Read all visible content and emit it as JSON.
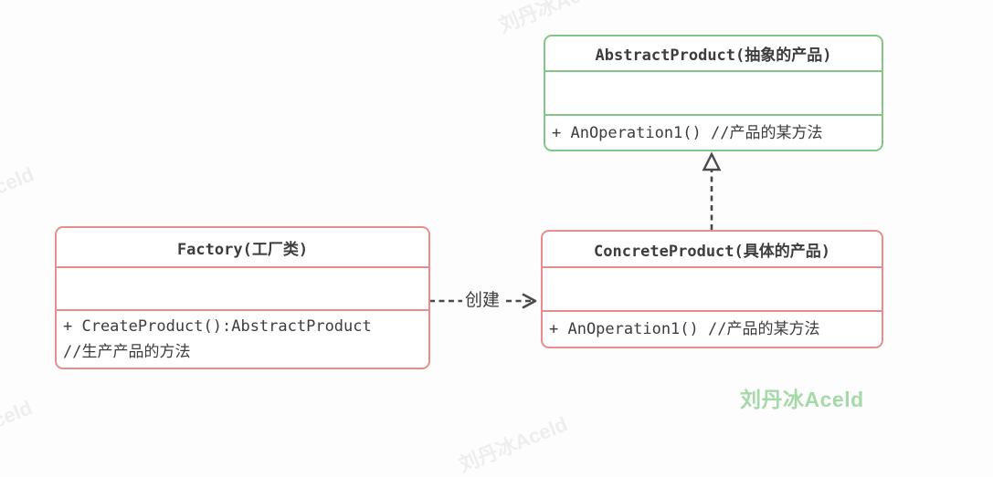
{
  "diagram": {
    "classes": {
      "abstract_product": {
        "title": "AbstractProduct(抽象的产品)",
        "methods": [
          "+ AnOperation1() //产品的某方法"
        ]
      },
      "factory": {
        "title": "Factory(工厂类)",
        "methods": [
          "+ CreateProduct():AbstractProduct",
          "//生产产品的方法"
        ]
      },
      "concrete_product": {
        "title": "ConcreteProduct(具体的产品)",
        "methods": [
          "+ AnOperation1() //产品的某方法"
        ]
      }
    },
    "relations": {
      "create_label": "创建"
    },
    "signature_watermark": "刘丹冰Aceld",
    "faint_watermark": "刘丹冰Aceld",
    "colors": {
      "green_border": "#82c785",
      "red_border": "#e88d8d",
      "arrow": "#4a4a4a",
      "text": "#3d3d3d",
      "signature_green": "#a6d9a8"
    }
  }
}
